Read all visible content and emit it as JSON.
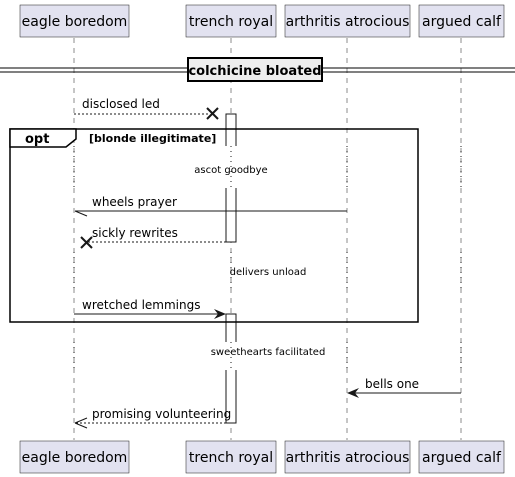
{
  "participants": [
    {
      "id": "eagle",
      "label": "eagle boredom"
    },
    {
      "id": "trench",
      "label": "trench royal"
    },
    {
      "id": "arthritis",
      "label": "arthritis atrocious"
    },
    {
      "id": "argued",
      "label": "argued calf"
    }
  ],
  "divider": {
    "label": "colchicine bloated"
  },
  "opt_frame": {
    "keyword": "opt",
    "guard": "[blonde illegitimate]"
  },
  "messages": [
    {
      "id": "m1",
      "label": "disclosed led"
    },
    {
      "id": "m2",
      "label": "wheels prayer"
    },
    {
      "id": "m3",
      "label": "sickly rewrites"
    },
    {
      "id": "m4",
      "label": "wretched lemmings"
    },
    {
      "id": "m5",
      "label": "bells one"
    },
    {
      "id": "m6",
      "label": "promising volunteering"
    }
  ],
  "delays": [
    {
      "id": "d1",
      "label": "ascot goodbye"
    },
    {
      "id": "d2",
      "label": "delivers unload"
    },
    {
      "id": "d3",
      "label": "sweethearts facilitated"
    }
  ]
}
